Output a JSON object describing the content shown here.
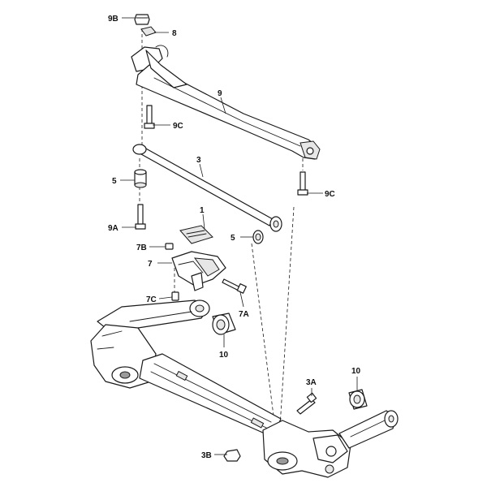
{
  "callouts": {
    "c_9b_top": "9B",
    "c_8": "8",
    "c_9": "9",
    "c_9c_left": "9C",
    "c_3": "3",
    "c_9c_right": "9C",
    "c_5_left": "5",
    "c_9a": "9A",
    "c_1": "1",
    "c_5_right": "5",
    "c_7b": "7B",
    "c_7": "7",
    "c_7c": "7C",
    "c_7a": "7A",
    "c_10_center": "10",
    "c_3a": "3A",
    "c_10_right": "10",
    "c_3b": "3B"
  }
}
